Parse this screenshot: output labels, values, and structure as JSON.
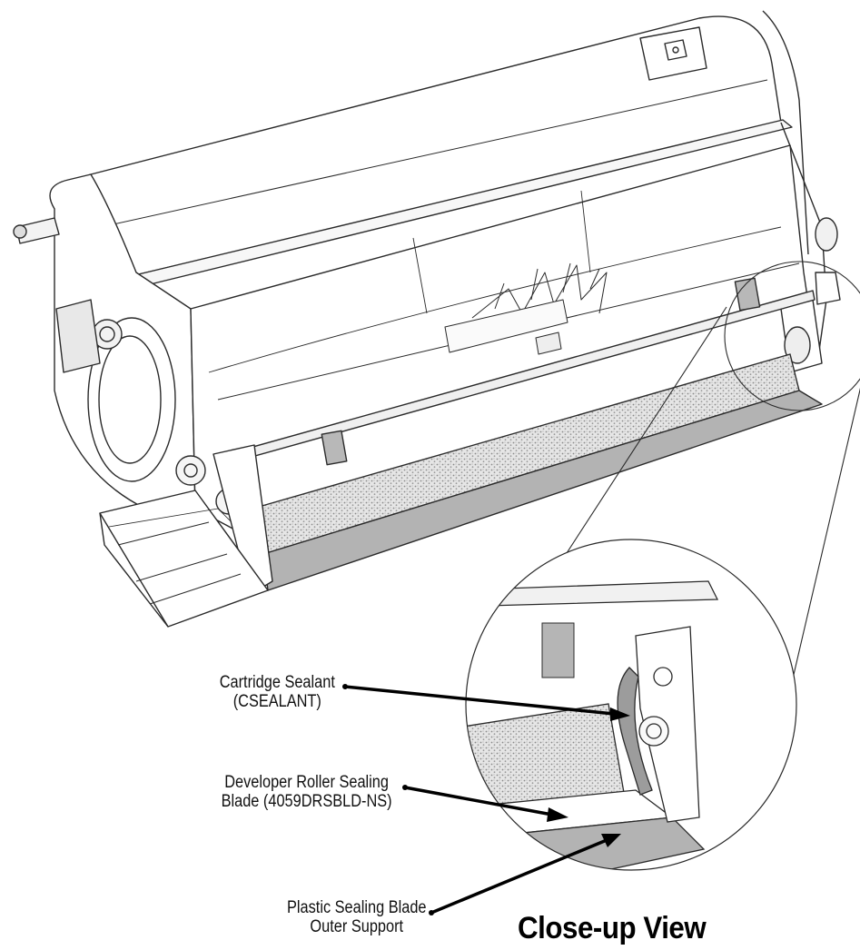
{
  "callouts": {
    "sealant": {
      "line1": "Cartridge Sealant",
      "line2": "(CSEALANT)"
    },
    "blade": {
      "line1": "Developer Roller Sealing",
      "line2": "Blade (4059DRSBLD-NS)"
    },
    "support": {
      "line1": "Plastic Sealing Blade",
      "line2": "Outer Support"
    }
  },
  "closeup_title": "Close-up View",
  "colors": {
    "line": "#2a2a2a",
    "stipple": "#c9c9c9",
    "blade_gray": "#b3b3b3",
    "leader": "#000000"
  }
}
